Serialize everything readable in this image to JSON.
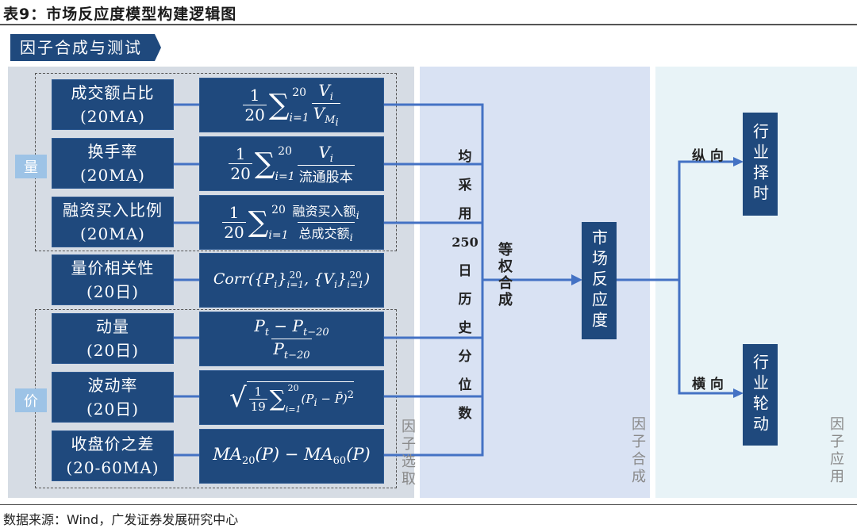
{
  "title": "表9：市场反应度模型构建逻辑图",
  "banner": "因子合成与测试",
  "colors": {
    "box": "#1f497d",
    "connector": "#4472c4",
    "tag": "#9dc3e6",
    "panel_select": "#d6dce4",
    "panel_combine": "#d9e2f3",
    "panel_apply": "#e8f3f7"
  },
  "groups": {
    "volume": "量",
    "price": "价"
  },
  "factors": [
    {
      "name": "成交额占比",
      "window": "(20MA)"
    },
    {
      "name": "换手率",
      "window": "(20MA)"
    },
    {
      "name": "融资买入比例",
      "window": "(20MA)"
    },
    {
      "name": "量价相关性",
      "window": "(20日)"
    },
    {
      "name": "动量",
      "window": "(20日)"
    },
    {
      "name": "波动率",
      "window": "(20日)"
    },
    {
      "name": "收盘价之差",
      "window": "(20-60MA)"
    }
  ],
  "formulas": {
    "f1": {
      "coef_num": "1",
      "coef_den": "20",
      "upper": "20",
      "lower": "i=1",
      "num": "V",
      "num_sub": "i",
      "den": "V",
      "den_sub": "M",
      "den_subsub": "i"
    },
    "f2": {
      "coef_num": "1",
      "coef_den": "20",
      "upper": "20",
      "lower": "i=1",
      "num": "V",
      "num_sub": "i",
      "den": "流通股本"
    },
    "f3": {
      "coef_num": "1",
      "coef_den": "20",
      "upper": "20",
      "lower": "i=1",
      "num": "融资买入额",
      "num_sub": "i",
      "den": "总成交额",
      "den_sub": "i"
    },
    "f4": {
      "text": "Corr({P",
      "a": "i",
      "b": "}",
      "sup": "20",
      "sub": "i=1",
      "c": ", {V",
      "d": "i",
      "e": "}",
      "sup2": "20",
      "sub2": "i=1",
      "f": ")"
    },
    "f5": {
      "num": "P",
      "num_sub": "t",
      "minus": " − P",
      "num_sub2": "t−20",
      "den": "P",
      "den_sub": "t−20"
    },
    "f6": {
      "coef_num": "1",
      "coef_den": "19",
      "upper": "20",
      "lower": "i=1",
      "body": "(P",
      "body_sub": "i",
      "body2": " − P̄)",
      "sq": "2"
    },
    "f7": {
      "a": "MA",
      "a_sub": "20",
      "b": "(P) − MA",
      "b_sub": "60",
      "c": "(P)"
    }
  },
  "method_text": [
    "均",
    "采",
    "用",
    "250",
    "日",
    "历",
    "史",
    "分",
    "位",
    "数"
  ],
  "combine_label": "等权合成",
  "center_node": "市场反应度",
  "branches": [
    {
      "label": "纵 向",
      "target": "行业择时"
    },
    {
      "label": "横 向",
      "target": "行业轮动"
    }
  ],
  "stage_labels": {
    "select": "因子选取",
    "combine": "因子合成",
    "apply": "因子应用"
  },
  "source": "数据来源：Wind，广发证券发展研究中心"
}
